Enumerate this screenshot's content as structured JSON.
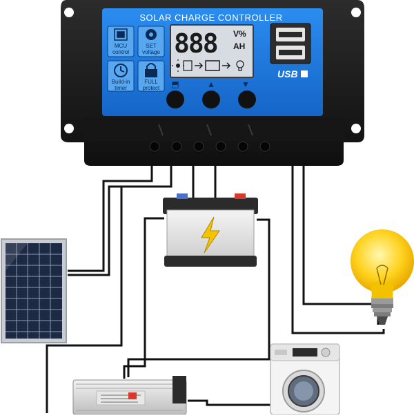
{
  "controller": {
    "title": "SOLAR CHARGE CONTROLLER",
    "features": [
      {
        "icon": "mcu-chip-icon",
        "label_line1": "MCU",
        "label_line2": "control"
      },
      {
        "icon": "gear-icon",
        "label_line1": "SET",
        "label_line2": "voltage"
      },
      {
        "icon": "clock-icon",
        "label_line1": "Build-in",
        "label_line2": "timer"
      },
      {
        "icon": "lock-icon",
        "label_line1": "FULL",
        "label_line2": "protect"
      }
    ],
    "lcd": {
      "digits": "888",
      "unit_top": "V%",
      "unit_bottom": "AH"
    },
    "usb_label": "USB",
    "buttons": [
      {
        "name": "menu-button",
        "symbol": "⬒"
      },
      {
        "name": "up-button",
        "symbol": "▲"
      },
      {
        "name": "down-button",
        "symbol": "▼"
      }
    ],
    "colors": {
      "body": "#1a1a1a",
      "panel": "#1e78d8",
      "lcd": "#d9dde4",
      "feature_box": "#5aa8f0"
    }
  },
  "connected_devices": [
    {
      "name": "solar-panel",
      "icon": "solar-panel-icon"
    },
    {
      "name": "battery",
      "icon": "battery-icon"
    },
    {
      "name": "light-bulb",
      "icon": "light-bulb-icon"
    },
    {
      "name": "inverter",
      "icon": "inverter-icon"
    },
    {
      "name": "washing-machine",
      "icon": "washing-machine-icon"
    }
  ]
}
